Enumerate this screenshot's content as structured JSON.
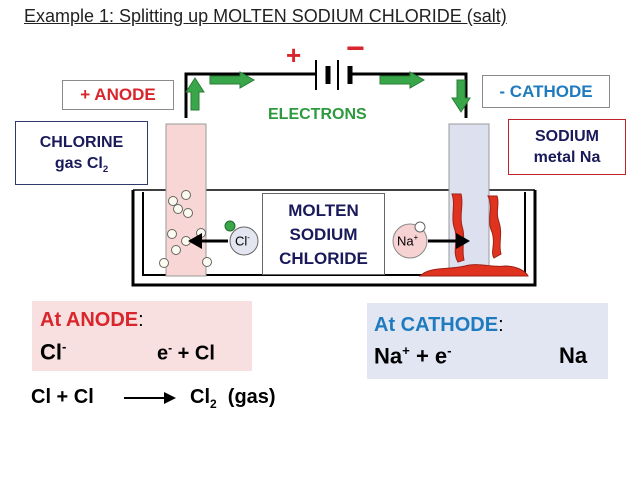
{
  "title": "Example 1: Splitting up MOLTEN SODIUM CHLORIDE (salt)",
  "battery": {
    "plus": "+",
    "minus": "−"
  },
  "labels": {
    "anode": "+ ANODE",
    "cathode": "- CATHODE",
    "electrons": "ELECTRONS",
    "chlorine_line1": "CHLORINE",
    "chlorine_line2": "gas Cl",
    "chlorine_sub": "2",
    "sodium_line1": "SODIUM",
    "sodium_line2": "metal Na",
    "molten": [
      "MOLTEN",
      "SODIUM",
      "CHLORIDE"
    ],
    "cl_ion": "Cl",
    "cl_ion_charge": "-",
    "na_ion": "Na",
    "na_ion_charge": "+"
  },
  "anode_eq": {
    "heading": "At ANODE",
    "colon": ":",
    "left": "Cl",
    "left_sup": "-",
    "right_e": "e",
    "right_e_sup": "-",
    "right_rest": " + Cl"
  },
  "chlorine_eq": {
    "left": "Cl + Cl",
    "right": "Cl",
    "right_sub": "2",
    "state": "  (gas)"
  },
  "cathode_eq": {
    "heading": "At CATHODE",
    "colon": ":",
    "na": "Na",
    "na_sup": "+",
    "plus_e": " + e",
    "e_sup": "-",
    "product": "Na"
  },
  "colors": {
    "red": "#d8262c",
    "green": "#2e9a3e",
    "electrode_left": "#f9d6d6",
    "electrode_right": "#dde0ee",
    "sodium_metal": "#e0331f"
  }
}
